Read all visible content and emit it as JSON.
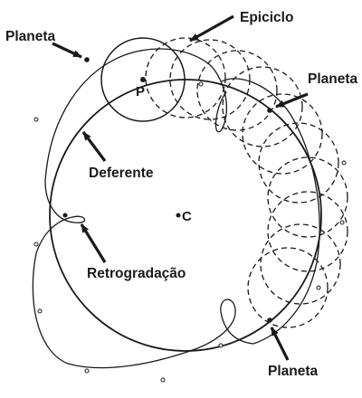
{
  "labels": {
    "planeta_top_left": "Planeta",
    "epiciclo": "Epiciclo",
    "planeta_right": "Planeta",
    "planeta_bottom": "Planeta",
    "p_point": "P",
    "deferente": "Deferente",
    "center": "C",
    "retrogradacao": "Retrogradação"
  },
  "colors": {
    "ink": "#1a1a1a",
    "background": "#ffffff"
  }
}
